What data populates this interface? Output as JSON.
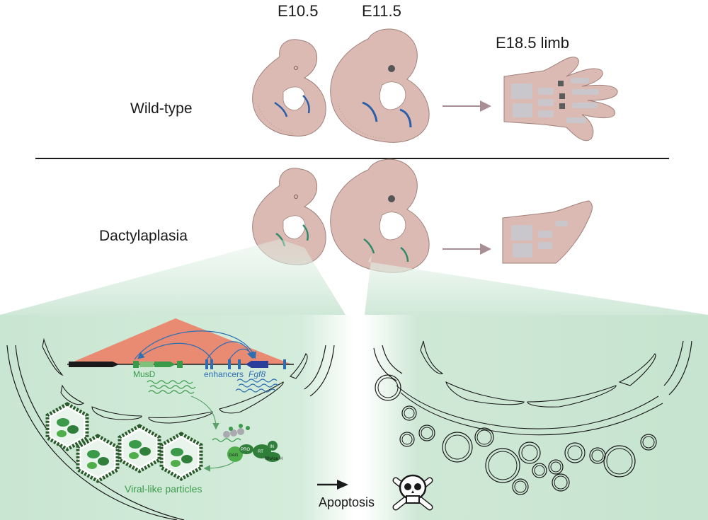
{
  "stages": {
    "e105": "E10.5",
    "e115": "E11.5",
    "e185": "E18.5 limb"
  },
  "rows": {
    "wildtype": "Wild-type",
    "dactylaplasia": "Dactylaplasia"
  },
  "genome": {
    "musd": "MusD",
    "enhancers": "enhancers",
    "fgf8": "Fgf8"
  },
  "proteins": {
    "gag": "GAG",
    "pro": "PRO",
    "rt": "RT",
    "in": "IN",
    "rnaseh": "RNAse H"
  },
  "particles": "Viral-like particles",
  "apoptosis": "Apoptosis",
  "colors": {
    "embryo": "#dcbab4",
    "embryo_stroke": "#a0807a",
    "limb_bud": "#2a5ea8",
    "panel_green": "#cfe8d7",
    "triangle": "#e98b73",
    "musd_green": "#3a9a4a",
    "enhancer_blue": "#2c6fb3"
  }
}
